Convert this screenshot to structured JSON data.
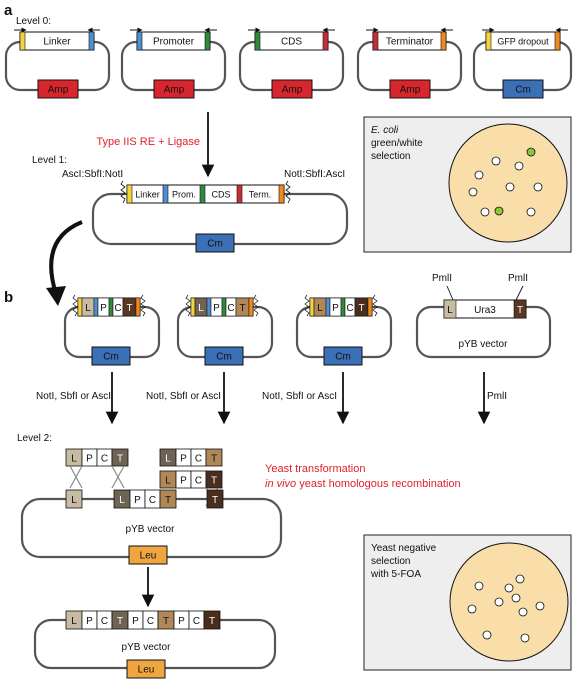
{
  "panel_a": {
    "letter": "a",
    "level0_label": "Level 0:",
    "parts": [
      {
        "name": "Linker",
        "marker": "Amp"
      },
      {
        "name": "Promoter",
        "marker": "Amp"
      },
      {
        "name": "CDS",
        "marker": "Amp"
      },
      {
        "name": "Terminator",
        "marker": "Amp"
      },
      {
        "name": "GFP dropout",
        "marker": "Cm"
      }
    ],
    "reaction": "Type IIS RE + Ligase",
    "level1_label": "Level 1:",
    "site_left": "AscI:SbfI:NotI",
    "site_right": "NotI:SbfI:AscI",
    "level1_parts": [
      "Linker",
      "Prom.",
      "CDS",
      "Term."
    ],
    "level1_marker": "Cm",
    "ecoli_box": {
      "species": "E. coli",
      "line2": "green/white",
      "line3": "selection"
    }
  },
  "panel_b": {
    "letter": "b",
    "cassette_letters": [
      "L",
      "P",
      "C",
      "T"
    ],
    "cassette_marker": "Cm",
    "pyb": {
      "site1": "PmlI",
      "site2": "PmlI",
      "left": "L",
      "gene": "Ura3",
      "right": "T",
      "name": "pYB vector"
    },
    "digests": [
      "NotI, SbfI or AscI",
      "NotI, SbfI or AscI",
      "NotI, SbfI or AscI",
      "PmlI"
    ],
    "level2_label": "Level 2:",
    "transformation": "Yeast transformation",
    "recombination_italic": "in vivo",
    "recombination_rest": " yeast homologous recombination",
    "vector_name": "pYB vector",
    "vector_marker": "Leu",
    "final_letters": [
      "L",
      "P",
      "C",
      "T",
      "P",
      "C",
      "T",
      "P",
      "C",
      "T"
    ],
    "final_vector_name": "pYB vector",
    "final_marker": "Leu",
    "yeast_box": {
      "line1": "Yeast negative",
      "line2": "selection",
      "line3": "with 5-FOA"
    }
  },
  "colors": {
    "amp": "#d7262e",
    "cm": "#3b6fb6",
    "leu": "#f0a640",
    "yellow": "#f5d33c",
    "blue": "#4f8fd1",
    "green": "#2f8a3e",
    "red": "#c32f36",
    "orange": "#f08a1d",
    "dish": "#f9deaa",
    "panel_bg": "#eeeeee"
  }
}
